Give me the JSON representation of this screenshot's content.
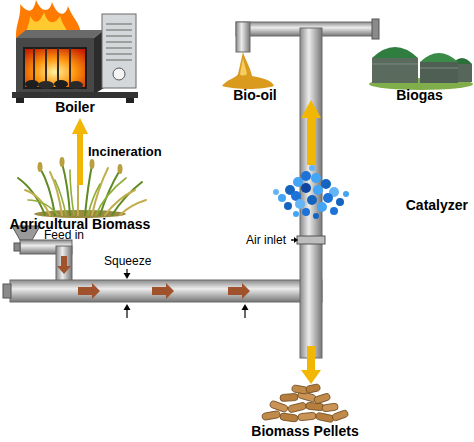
{
  "diagram": {
    "nodes": [
      {
        "text": [
          "Boiler"
        ]
      },
      {
        "text": [
          "Bio-oil"
        ]
      },
      {
        "text": [
          "Biogas"
        ]
      },
      {
        "text": [
          "Agricultural Biomass"
        ]
      },
      {
        "text": [
          "Catalyzer"
        ]
      },
      {
        "text": [
          "Biomass Pellets"
        ]
      }
    ],
    "edges": [
      {
        "from": 3,
        "to": 0,
        "label": "Incineration",
        "arrow": "to"
      }
    ],
    "labels": [
      "Feed in",
      "Squeeze",
      "Air inlet"
    ]
  }
}
